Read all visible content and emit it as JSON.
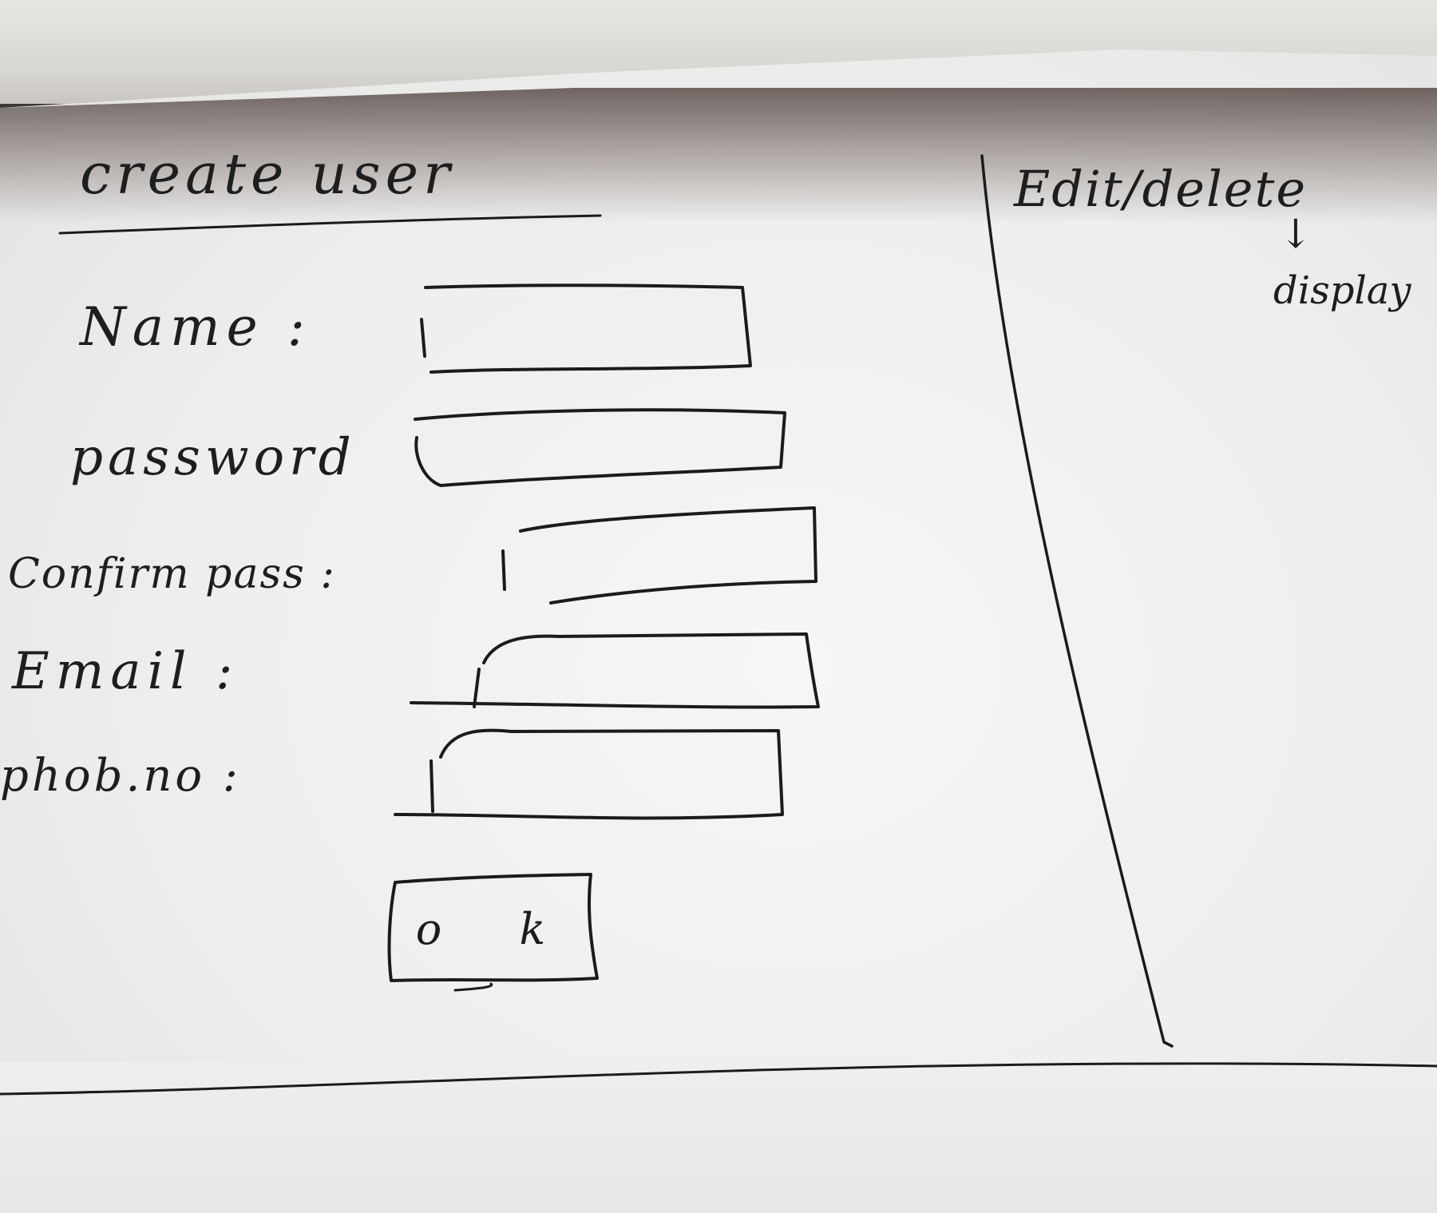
{
  "form": {
    "title": "create user",
    "fields": [
      {
        "id": "name",
        "label": "Name :",
        "value": ""
      },
      {
        "id": "password",
        "label": "password",
        "value": ""
      },
      {
        "id": "confirm_password",
        "label": "Confirm pass :",
        "value": ""
      },
      {
        "id": "email",
        "label": "Email :",
        "value": ""
      },
      {
        "id": "phone",
        "label": "phob.no :",
        "value": ""
      }
    ],
    "submit_label": "o k"
  },
  "side_panel": {
    "title": "Edit/delete",
    "arrow": "↓",
    "subtitle": "display"
  },
  "colors": {
    "ink": "#1b1b1b",
    "paper": "#f1f1f0",
    "shadow": "#4a403b"
  }
}
